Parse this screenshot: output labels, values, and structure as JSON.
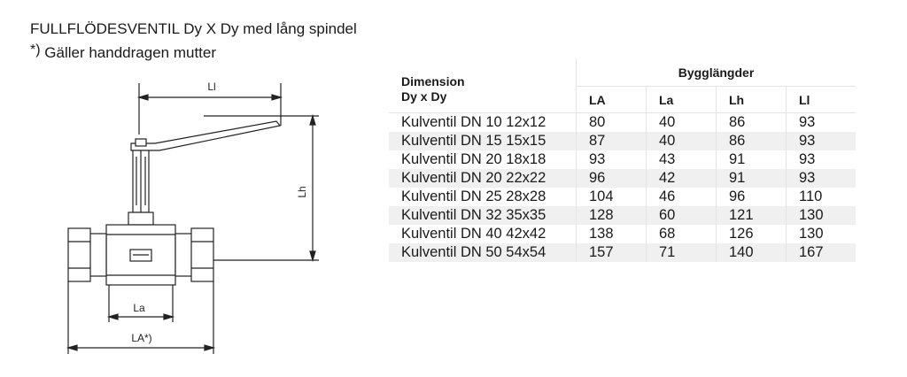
{
  "header": {
    "title": "FULLFLÖDESVENTIL Dy X Dy med lång spindel",
    "note_symbol": "*)",
    "note_text": " Gäller handdragen mutter"
  },
  "drawing": {
    "label_ll": "Ll",
    "label_lh": "Lh",
    "label_la_small": "La",
    "label_la_total": "LA*)"
  },
  "table": {
    "dimension_header_line1": "Dimension",
    "dimension_header_line2": "Dy x Dy",
    "group_header": "Bygglängder",
    "columns": [
      "LA",
      "La",
      "Lh",
      "Ll"
    ],
    "rows": [
      [
        "Kulventil DN 10 12x12",
        "80",
        "40",
        "86",
        "93"
      ],
      [
        "Kulventil DN 15 15x15",
        "87",
        "40",
        "86",
        "93"
      ],
      [
        "Kulventil DN 20 18x18",
        "93",
        "43",
        "91",
        "93"
      ],
      [
        "Kulventil DN 20 22x22",
        "96",
        "42",
        "91",
        "93"
      ],
      [
        "Kulventil DN 25 28x28",
        "104",
        "46",
        "96",
        "110"
      ],
      [
        "Kulventil DN 32 35x35",
        "128",
        "60",
        "121",
        "130"
      ],
      [
        "Kulventil DN 40 42x42",
        "138",
        "68",
        "126",
        "130"
      ],
      [
        "Kulventil DN 50 54x54",
        "157",
        "71",
        "140",
        "167"
      ]
    ]
  }
}
